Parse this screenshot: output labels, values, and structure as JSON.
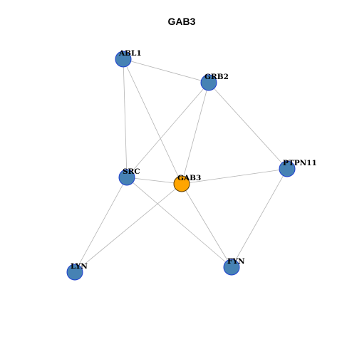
{
  "title": "GAB3",
  "colors": {
    "node": "#4682b4",
    "hub": "#ffa500",
    "node_border": "#1f3fd0",
    "edge": "#b4b4b4"
  },
  "nodes": [
    {
      "id": "ABL1",
      "label": "ABL1",
      "hub": false
    },
    {
      "id": "GRB2",
      "label": "GRB2",
      "hub": false
    },
    {
      "id": "SRC",
      "label": "SRC",
      "hub": false
    },
    {
      "id": "GAB3",
      "label": "GAB3",
      "hub": true
    },
    {
      "id": "PTPN11",
      "label": "PTPN11",
      "hub": false
    },
    {
      "id": "LYN",
      "label": "LYN",
      "hub": false
    },
    {
      "id": "FYN",
      "label": "FYN",
      "hub": false
    }
  ],
  "edges": [
    [
      "ABL1",
      "GRB2"
    ],
    [
      "ABL1",
      "SRC"
    ],
    [
      "ABL1",
      "GAB3"
    ],
    [
      "GRB2",
      "SRC"
    ],
    [
      "GRB2",
      "GAB3"
    ],
    [
      "GRB2",
      "PTPN11"
    ],
    [
      "SRC",
      "GAB3"
    ],
    [
      "SRC",
      "LYN"
    ],
    [
      "SRC",
      "FYN"
    ],
    [
      "GAB3",
      "PTPN11"
    ],
    [
      "GAB3",
      "LYN"
    ],
    [
      "GAB3",
      "FYN"
    ],
    [
      "PTPN11",
      "FYN"
    ]
  ]
}
